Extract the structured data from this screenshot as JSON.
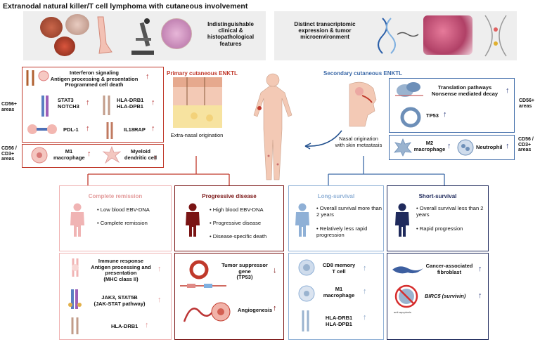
{
  "title": "Extranodal natural killer/T cell lymphoma with cutaneous involvement",
  "top_left_caption": "Indistinguishable clinical & histopathological features",
  "top_right_caption": "Distinct transcriptomic expression & tumor microenvironment",
  "primary": {
    "title": "Primary cutaneous ENKTL",
    "origin": "Extra-nasal origination",
    "rows": [
      {
        "label": "Interferon signaling\nAntigen processing & presentation\nProgrammed cell death"
      },
      {
        "left": "STAT3\nNOTCH3",
        "right": "HLA-DRB1\nHLA-DPB1"
      },
      {
        "left": "PDL-1",
        "right": "IL18RAP"
      },
      {
        "left": "M1\nmacrophage",
        "right": "Myeloid\ndendritic cell"
      }
    ],
    "side_cd56": "CD56+\nareas",
    "side_cd56cd3": "CD56 /\nCD3+\nareas"
  },
  "secondary": {
    "title": "Secondary cutaneous ENKTL",
    "origin": "Nasal origination\nwith skin metastasis",
    "rows": [
      {
        "label": "Translation pathways\nNonsense mediated decay"
      },
      {
        "label": "TP53"
      },
      {
        "left": "M2\nmacrophage",
        "right": "Neutrophil"
      }
    ],
    "side_cd56": "CD56+\nareas",
    "side_cd56cd3": "CD56 /\nCD3+\nareas"
  },
  "outcomes": {
    "complete": {
      "title": "Complete remission",
      "bullets": [
        "Low blood EBV-DNA",
        "Complete remission"
      ],
      "markers": [
        {
          "label": "Immune response\nAntigen processing and\npresentation\n(MHC class II)"
        },
        {
          "label": "JAK3, STAT5B\n(JAK-STAT pathway)"
        },
        {
          "label": "HLA-DRB1"
        }
      ]
    },
    "progressive": {
      "title": "Progressive disease",
      "bullets": [
        "High blood EBV-DNA",
        "Progressive disease",
        "Disease-specific death"
      ],
      "markers": [
        {
          "label": "Tumor suppressor\ngene\n(TP53)"
        },
        {
          "label": "Angiogenesis"
        }
      ]
    },
    "long": {
      "title": "Long-survival",
      "bullets": [
        "Overall survival more than 2 years",
        "Relatively less rapid progression"
      ],
      "markers": [
        {
          "label": "CD8 memory\nT cell"
        },
        {
          "label": "M1\nmacrophage"
        },
        {
          "label": "HLA-DRB1\nHLA-DPB1"
        }
      ]
    },
    "short": {
      "title": "Short-survival",
      "bullets": [
        "Overall survival less than 2 years",
        "Rapid progression"
      ],
      "markers": [
        {
          "label": "Cancer-associated\nfibroblast"
        },
        {
          "label": "BIRC5 (survivin)"
        }
      ],
      "anti_apoptosis": "anti-apoptosis"
    }
  },
  "colors": {
    "primary_red": "#c0392b",
    "secondary_blue": "#3d6aa8",
    "dark_red": "#7a1414",
    "light_pink": "#f0b4b4",
    "dark_navy": "#1f2a5c",
    "light_blue": "#8fb0d6"
  }
}
